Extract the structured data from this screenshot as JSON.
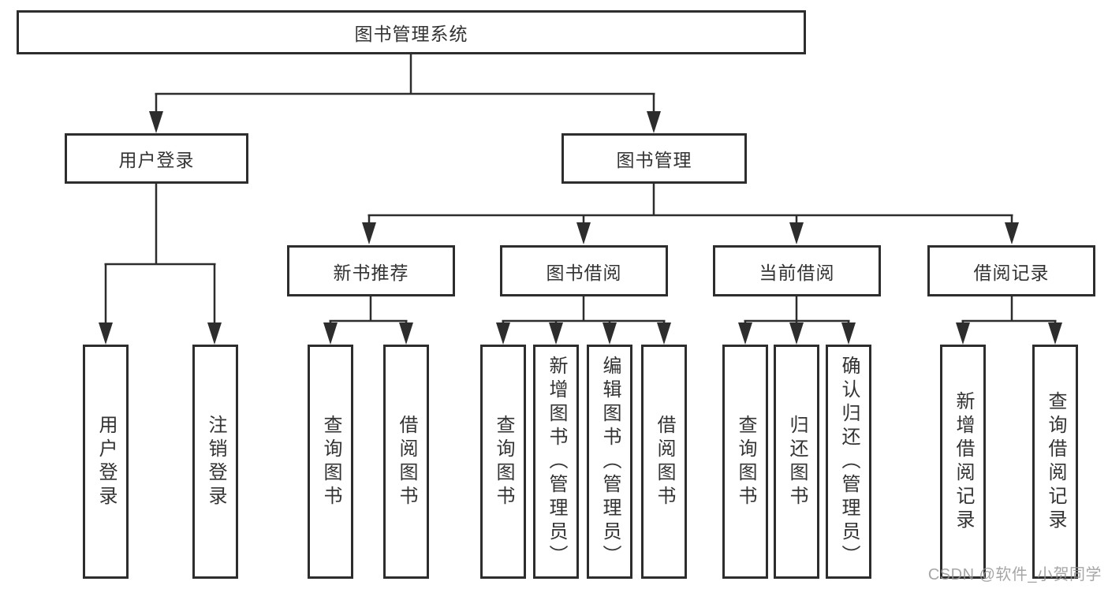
{
  "diagram": {
    "root_label": "图书管理系统",
    "level2": [
      "用户登录",
      "图书管理"
    ],
    "level3": [
      "新书推荐",
      "图书借阅",
      "当前借阅",
      "借阅记录"
    ],
    "leaves": [
      "用户登录",
      "注销登录",
      "查询图书",
      "借阅图书",
      "查询图书",
      "新增图书（管理员）",
      "编辑图书（管理员）",
      "借阅图书",
      "查询图书",
      "归还图书",
      "确认归还（管理员）",
      "新增借阅记录",
      "查询借阅记录"
    ]
  },
  "watermark": {
    "text": "CSDN @软件_小贺同学"
  },
  "colors": {
    "line": "#2d2d2d",
    "text": "#333333",
    "box_background": "#ffffff",
    "watermark": "#969696"
  }
}
